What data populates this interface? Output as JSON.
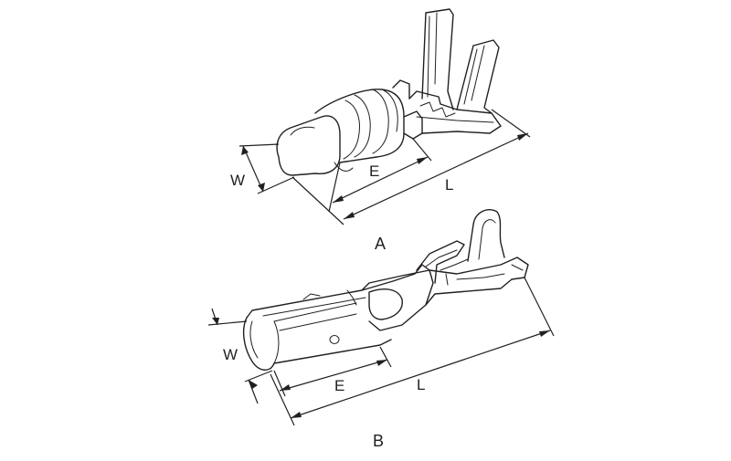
{
  "figure": {
    "part_a": {
      "caption": "A",
      "dimensions": {
        "width": "W",
        "contact": "E",
        "length": "L"
      }
    },
    "part_b": {
      "caption": "B",
      "dimensions": {
        "width": "W",
        "contact": "E",
        "length": "L"
      }
    }
  }
}
